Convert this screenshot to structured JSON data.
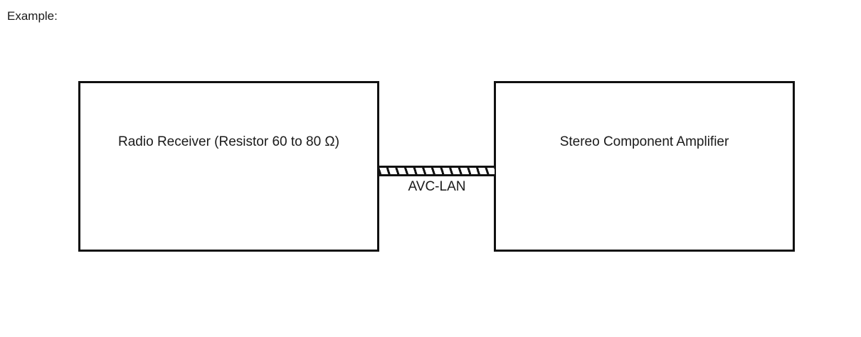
{
  "page": {
    "caption": "Example:",
    "background_color": "#ffffff",
    "line_color": "#111111",
    "text_color": "#1a1a1a"
  },
  "diagram": {
    "type": "block-diagram",
    "nodes": [
      {
        "id": "radio-receiver",
        "label": "Radio Receiver (Resistor 60 to 80 Ω)"
      },
      {
        "id": "stereo-component-amplifier",
        "label": "Stereo Component Amplifier"
      }
    ],
    "connector": {
      "id": "avc-lan-link",
      "label": "AVC-LAN",
      "style": "hatched-cable",
      "from": "radio-receiver",
      "to": "stereo-component-amplifier"
    }
  }
}
